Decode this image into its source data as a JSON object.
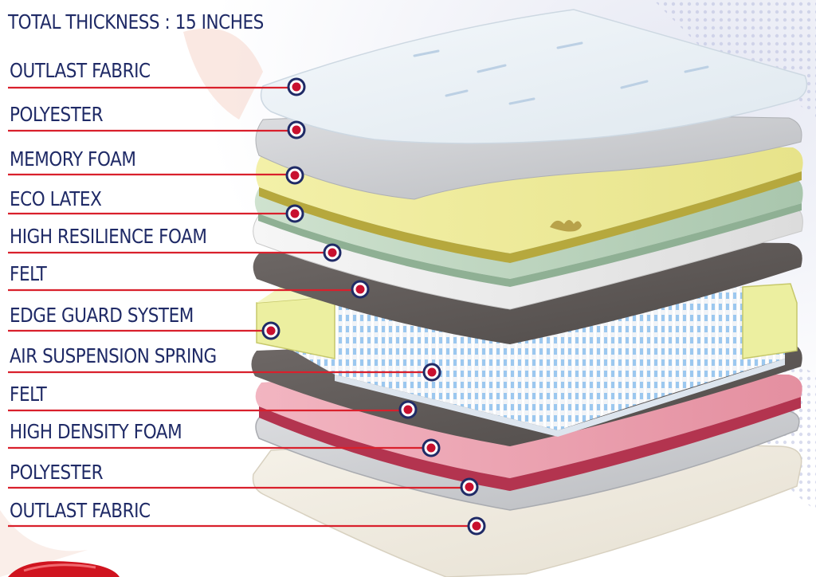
{
  "title": "TOTAL THICKNESS : 15 INCHES",
  "colors": {
    "text": "#1f2a66",
    "leader_line": "#d9202c",
    "marker_fill": "#c8102e",
    "marker_ring": "#1f2a66"
  },
  "layers": [
    {
      "label": "OUTLAST FABRIC"
    },
    {
      "label": "POLYESTER"
    },
    {
      "label": "MEMORY FOAM"
    },
    {
      "label": "ECO LATEX"
    },
    {
      "label": "HIGH RESILIENCE FOAM"
    },
    {
      "label": "FELT"
    },
    {
      "label": "EDGE GUARD SYSTEM"
    },
    {
      "label": "AIR SUSPENSION SPRING"
    },
    {
      "label": "FELT"
    },
    {
      "label": "HIGH DENSITY FOAM"
    },
    {
      "label": "POLYESTER"
    },
    {
      "label": "OUTLAST FABRIC"
    }
  ]
}
